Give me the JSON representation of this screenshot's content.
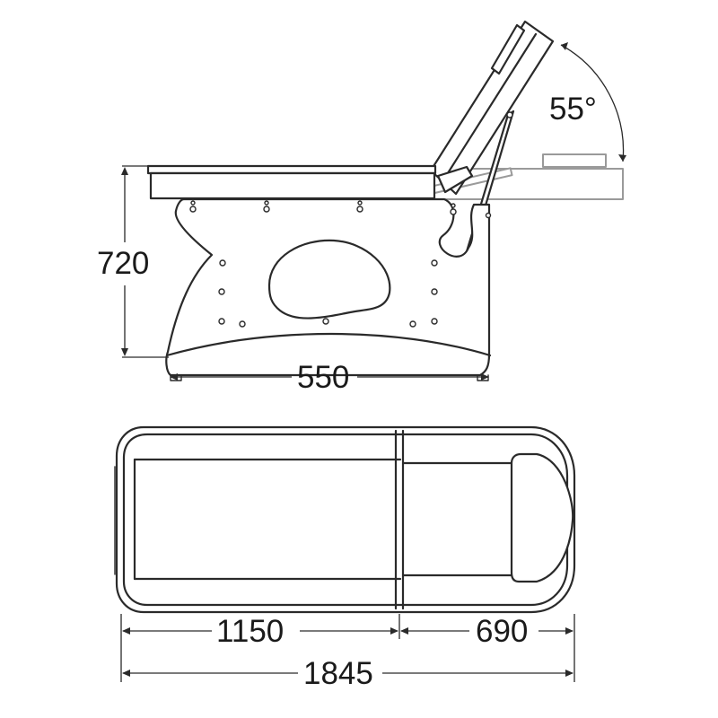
{
  "diagram": {
    "side_view": {
      "height_label": "720",
      "base_width_label": "550",
      "backrest_angle_label": "55°"
    },
    "top_view": {
      "seat_section_label": "1150",
      "back_section_label": "690",
      "total_length_label": "1845"
    }
  }
}
